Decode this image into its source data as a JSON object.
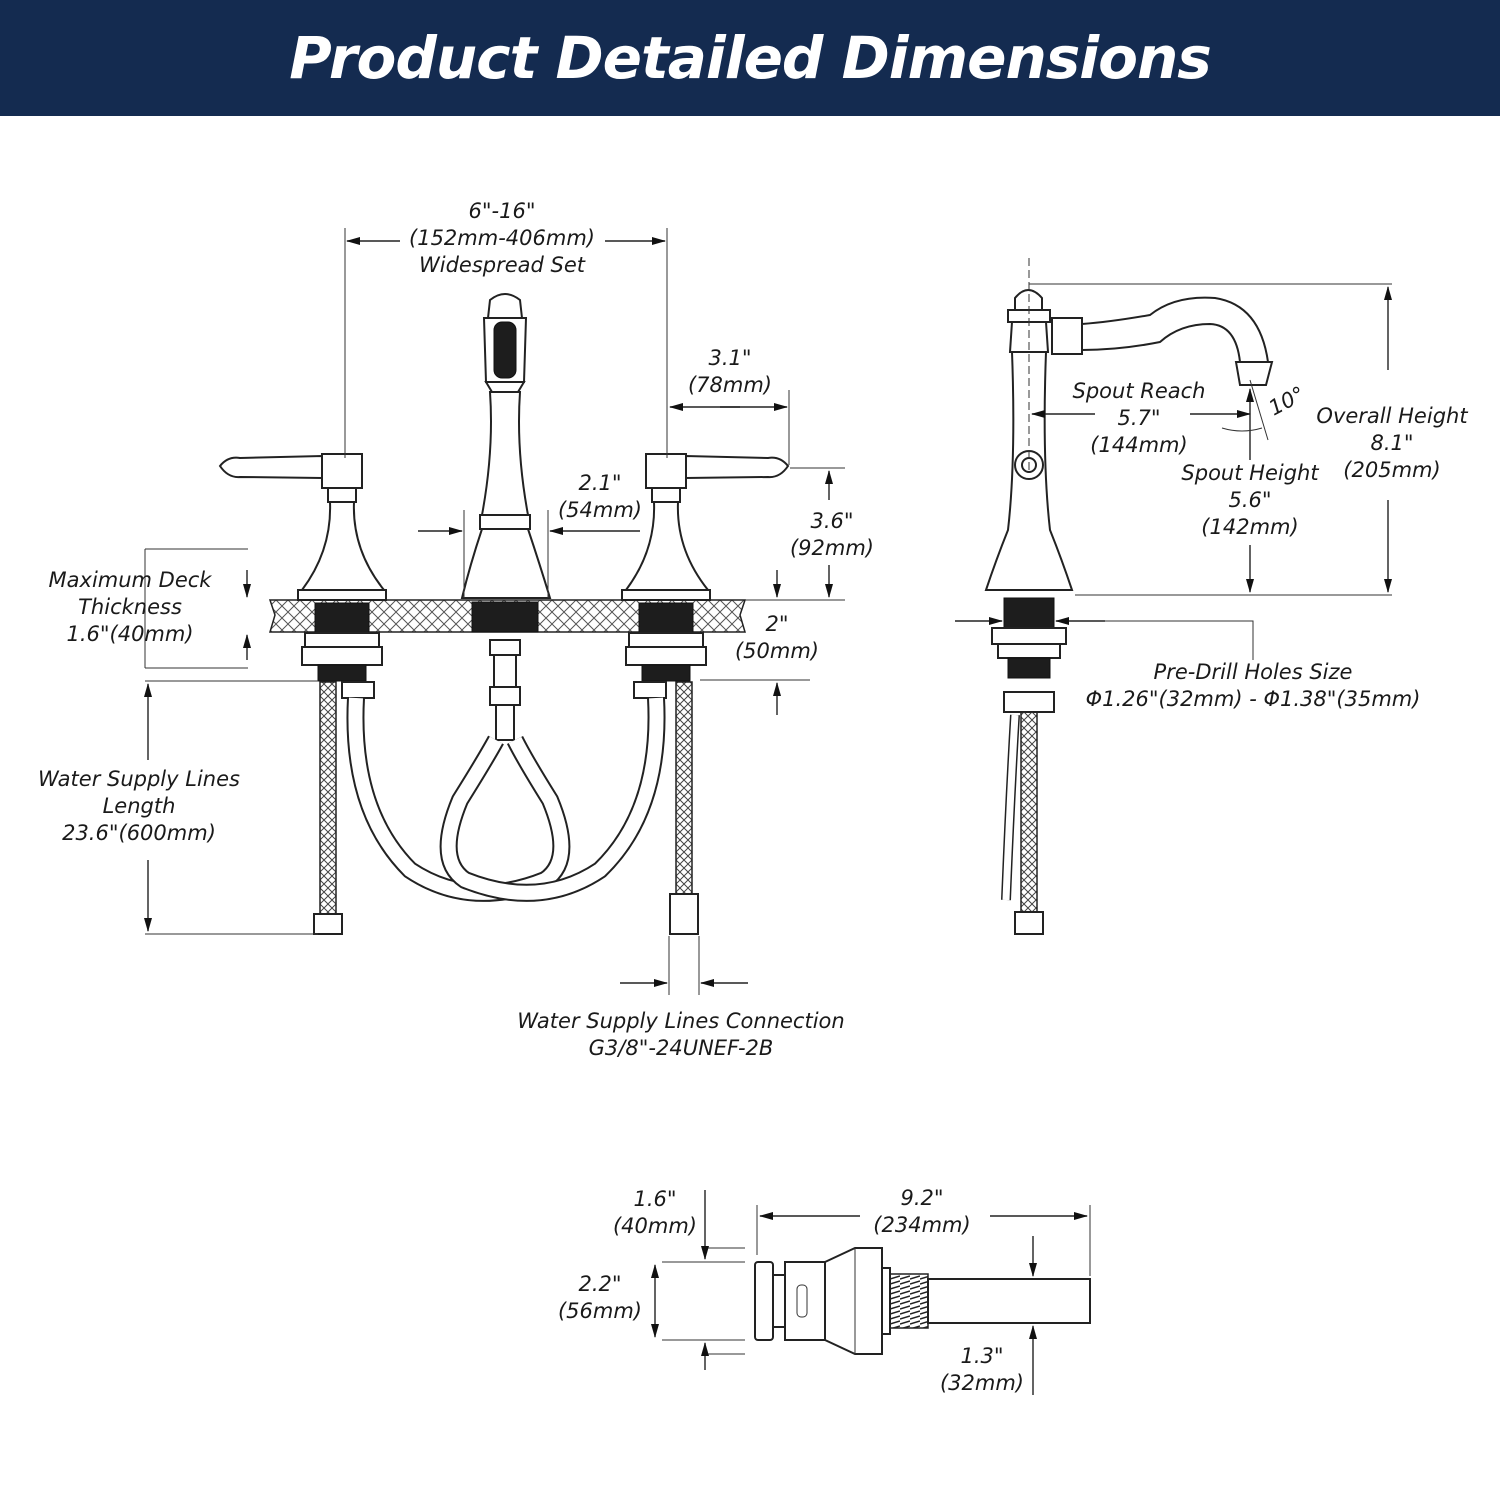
{
  "title": "Product Detailed Dimensions",
  "colors": {
    "banner": "#142b50",
    "banner_text": "#ffffff",
    "line": "#222222"
  },
  "front_view": {
    "widespread": {
      "line1": "6\"-16\"",
      "line2": "(152mm-406mm)",
      "line3": "Widespread Set"
    },
    "handle_reach": {
      "line1": "3.1\"",
      "line2": "(78mm)"
    },
    "spout_base": {
      "line1": "2.1\"",
      "line2": "(54mm)"
    },
    "handle_height": {
      "line1": "3.6\"",
      "line2": "(92mm)"
    },
    "deck_thickness": {
      "line1": "Maximum Deck",
      "line2": "Thickness",
      "line3": "1.6\"(40mm)"
    },
    "shank": {
      "line1": "2\"",
      "line2": "(50mm)"
    },
    "supply_length": {
      "line1": "Water Supply Lines",
      "line2": "Length",
      "line3": "23.6\"(600mm)"
    },
    "supply_connection": {
      "line1": "Water Supply Lines Connection",
      "line2": "G3/8\"-24UNEF-2B"
    }
  },
  "side_view": {
    "spout_reach": {
      "line1": "Spout Reach",
      "line2": "5.7\"",
      "line3": "(144mm)"
    },
    "angle": "10°",
    "overall_height": {
      "line1": "Overall Height",
      "line2": "8.1\"",
      "line3": "(205mm)"
    },
    "spout_height": {
      "line1": "Spout Height",
      "line2": "5.6\"",
      "line3": "(142mm)"
    },
    "predrill": {
      "line1": "Pre-Drill Holes Size",
      "line2": "Φ1.26\"(32mm) - Φ1.38\"(35mm)"
    }
  },
  "drain_view": {
    "cap_height": {
      "line1": "1.6\"",
      "line2": "(40mm)"
    },
    "flange": {
      "line1": "2.2\"",
      "line2": "(56mm)"
    },
    "length": {
      "line1": "9.2\"",
      "line2": "(234mm)"
    },
    "pipe": {
      "line1": "1.3\"",
      "line2": "(32mm)"
    }
  }
}
